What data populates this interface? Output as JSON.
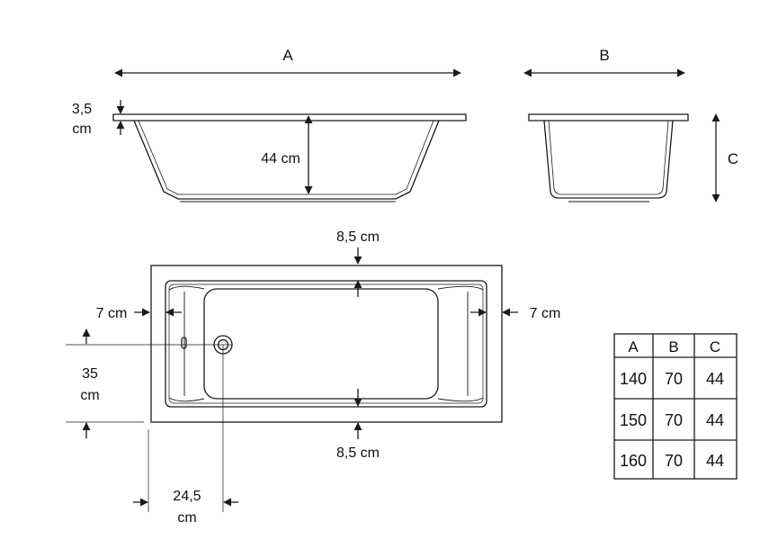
{
  "colors": {
    "line": "#1a1a1a",
    "background": "#ffffff"
  },
  "side_view": {
    "length_label": "A",
    "rim_line1": "3,5",
    "rim_line2": "cm",
    "depth_label": "44 cm"
  },
  "end_view": {
    "width_label": "B",
    "height_label": "C"
  },
  "top_view": {
    "top_margin_label": "8,5 cm",
    "bottom_margin_label": "8,5 cm",
    "left_margin_label": "7 cm",
    "right_margin_label": "7 cm",
    "drain_offset_line1": "35",
    "drain_offset_line2": "cm",
    "drain_side_line1": "24,5",
    "drain_side_line2": "cm"
  },
  "table": {
    "headers": [
      "A",
      "B",
      "C"
    ],
    "rows": [
      [
        "140",
        "70",
        "44"
      ],
      [
        "150",
        "70",
        "44"
      ],
      [
        "160",
        "70",
        "44"
      ]
    ]
  }
}
